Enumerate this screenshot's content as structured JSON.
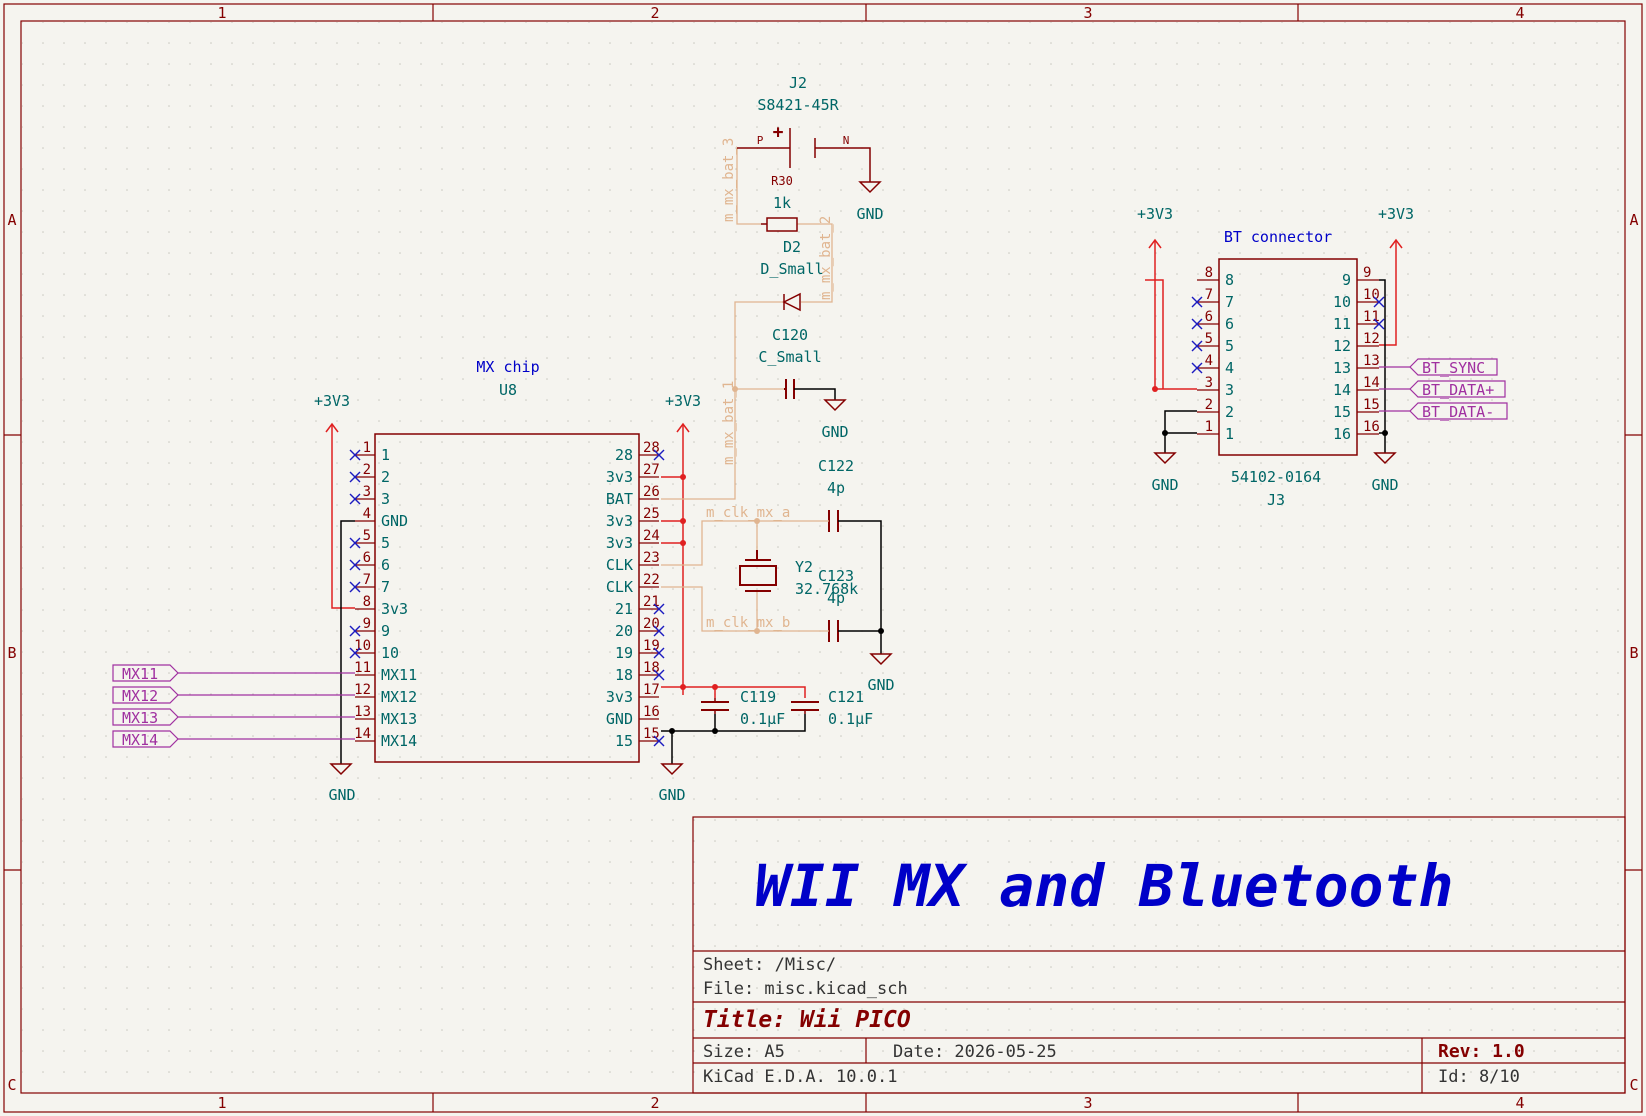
{
  "colors": {
    "background": "#f5f4ef",
    "border": "#840000",
    "wire_power": "#e02020",
    "wire_black": "#000000",
    "wire_signal": "#a030a0",
    "wire_local": "#e0b590",
    "pin_text": "#006666",
    "component_text": "#006666",
    "symbol_body": "#840000",
    "symbol_label": "#0000c8",
    "no_connect": "#1b1bc0",
    "title_text": "#0000c8"
  },
  "frame": {
    "columns": [
      "1",
      "2",
      "3",
      "4"
    ],
    "rows": [
      "A",
      "B",
      "C"
    ]
  },
  "title_block": {
    "big_title": "WII MX and Bluetooth",
    "sheet": "Sheet: /Misc/",
    "file": "File: misc.kicad_sch",
    "title": "Title: Wii PICO",
    "size": "Size: A5",
    "date": "Date: 2026-05-25",
    "tool": "KiCad E.D.A. 10.0.1",
    "rev": "Rev: 1.0",
    "id": "Id: 8/10"
  },
  "power": {
    "v33": "+3V3",
    "gnd": "GND"
  },
  "u8": {
    "title": "MX chip",
    "ref": "U8",
    "left_pins": [
      {
        "num": "1",
        "name": "1"
      },
      {
        "num": "2",
        "name": "2"
      },
      {
        "num": "3",
        "name": "3"
      },
      {
        "num": "4",
        "name": "GND"
      },
      {
        "num": "5",
        "name": "5"
      },
      {
        "num": "6",
        "name": "6"
      },
      {
        "num": "7",
        "name": "7"
      },
      {
        "num": "8",
        "name": "3v3"
      },
      {
        "num": "9",
        "name": "9"
      },
      {
        "num": "10",
        "name": "10"
      },
      {
        "num": "11",
        "name": "MX11"
      },
      {
        "num": "12",
        "name": "MX12"
      },
      {
        "num": "13",
        "name": "MX13"
      },
      {
        "num": "14",
        "name": "MX14"
      }
    ],
    "right_pins": [
      {
        "num": "28",
        "name": "28"
      },
      {
        "num": "27",
        "name": "3v3"
      },
      {
        "num": "26",
        "name": "BAT"
      },
      {
        "num": "25",
        "name": "3v3"
      },
      {
        "num": "24",
        "name": "3v3"
      },
      {
        "num": "23",
        "name": "CLK"
      },
      {
        "num": "22",
        "name": "CLK"
      },
      {
        "num": "21",
        "name": "21"
      },
      {
        "num": "20",
        "name": "20"
      },
      {
        "num": "19",
        "name": "19"
      },
      {
        "num": "18",
        "name": "18"
      },
      {
        "num": "17",
        "name": "3v3"
      },
      {
        "num": "16",
        "name": "GND"
      },
      {
        "num": "15",
        "name": "15"
      }
    ]
  },
  "mx_labels": [
    "MX11",
    "MX12",
    "MX13",
    "MX14"
  ],
  "j2": {
    "ref": "J2",
    "value": "S8421-45R",
    "pin_p": "P",
    "pin_n": "N",
    "plus": "+"
  },
  "r30": {
    "ref": "R30",
    "value": "1k"
  },
  "d2": {
    "ref": "D2",
    "value": "D_Small"
  },
  "c120": {
    "ref": "C120",
    "value": "C_Small"
  },
  "c122": {
    "ref": "C122",
    "value": "4p"
  },
  "c123": {
    "ref": "C123",
    "value": "4p"
  },
  "y2": {
    "ref": "Y2",
    "value": "32.768k"
  },
  "c119": {
    "ref": "C119",
    "value": "0.1µF"
  },
  "c121": {
    "ref": "C121",
    "value": "0.1µF"
  },
  "net_labels": {
    "bat_1": "m_mx_bat_1",
    "bat_2": "m_mx_bat_2",
    "bat_3": "m_mx_bat_3",
    "clk_a": "m_clk_mx_a",
    "clk_b": "m_clk_mx_b"
  },
  "j3": {
    "title": "BT connector",
    "value": "54102-0164",
    "ref": "J3",
    "left_pins": [
      "8",
      "7",
      "6",
      "5",
      "4",
      "3",
      "2",
      "1"
    ],
    "right_pins": [
      "9",
      "10",
      "11",
      "12",
      "13",
      "14",
      "15",
      "16"
    ]
  },
  "bt_labels": [
    "BT_SYNC",
    "BT_DATA+",
    "BT_DATA-"
  ]
}
